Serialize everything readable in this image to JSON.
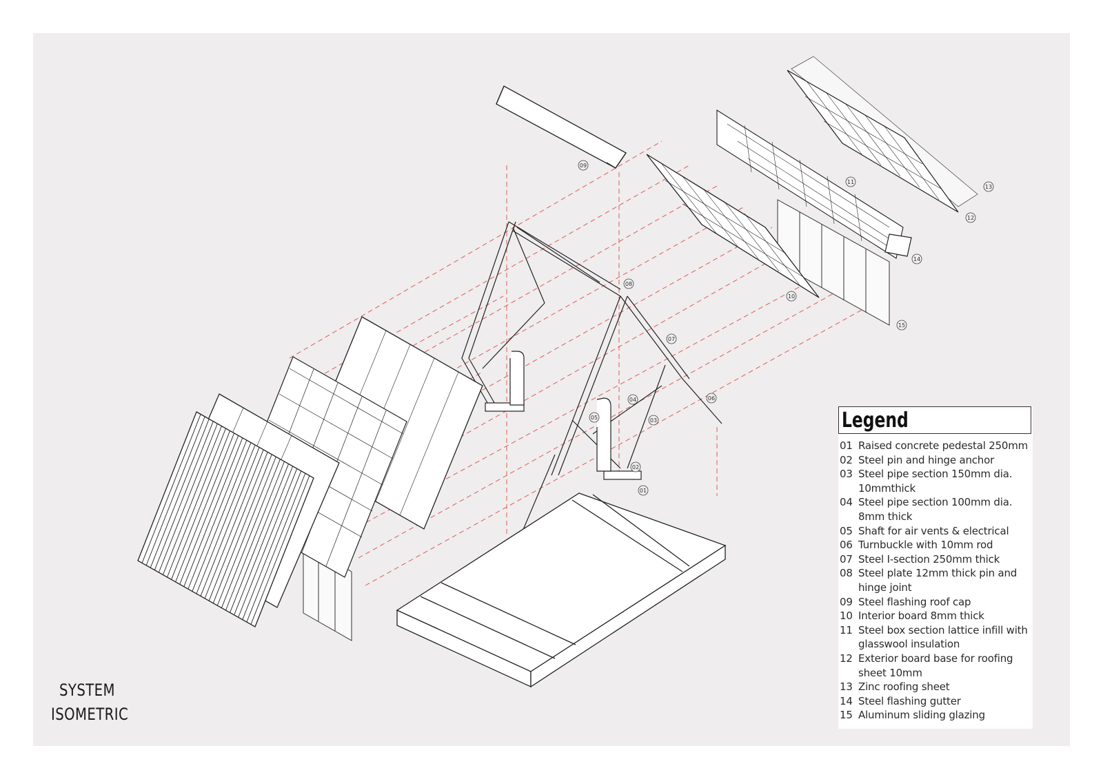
{
  "title": {
    "line1": "SYSTEM",
    "line2": "ISOMETRIC"
  },
  "legend": {
    "heading": "Legend",
    "items": [
      {
        "num": "01",
        "text": "Raised concrete pedestal 250mm"
      },
      {
        "num": "02",
        "text": "Steel pin and hinge anchor"
      },
      {
        "num": "03",
        "text": "Steel pipe section 150mm dia. 10mmthick"
      },
      {
        "num": "04",
        "text": "Steel pipe section 100mm dia. 8mm thick"
      },
      {
        "num": "05",
        "text": "Shaft for air vents & electrical"
      },
      {
        "num": "06",
        "text": "Turnbuckle with 10mm rod"
      },
      {
        "num": "07",
        "text": "Steel I-section 250mm thick"
      },
      {
        "num": "08",
        "text": "Steel plate 12mm thick pin and hinge joint"
      },
      {
        "num": "09",
        "text": "Steel flashing roof cap"
      },
      {
        "num": "10",
        "text": "Interior board 8mm thick"
      },
      {
        "num": "11",
        "text": "Steel box section lattice infill with glasswool insulation"
      },
      {
        "num": "12",
        "text": "Exterior board base for roofing sheet 10mm"
      },
      {
        "num": "13",
        "text": "Zinc roofing sheet"
      },
      {
        "num": "14",
        "text": "Steel flashing gutter"
      },
      {
        "num": "15",
        "text": "Aluminum sliding glazing"
      }
    ]
  },
  "callouts": [
    "01",
    "02",
    "03",
    "04",
    "05",
    "06",
    "07",
    "08",
    "09",
    "10",
    "11",
    "12",
    "13",
    "14",
    "15"
  ],
  "colors": {
    "background": "#efeded",
    "line": "#222222",
    "dashed_guide": "#e05a5a",
    "panel_fill": "#ffffff"
  }
}
